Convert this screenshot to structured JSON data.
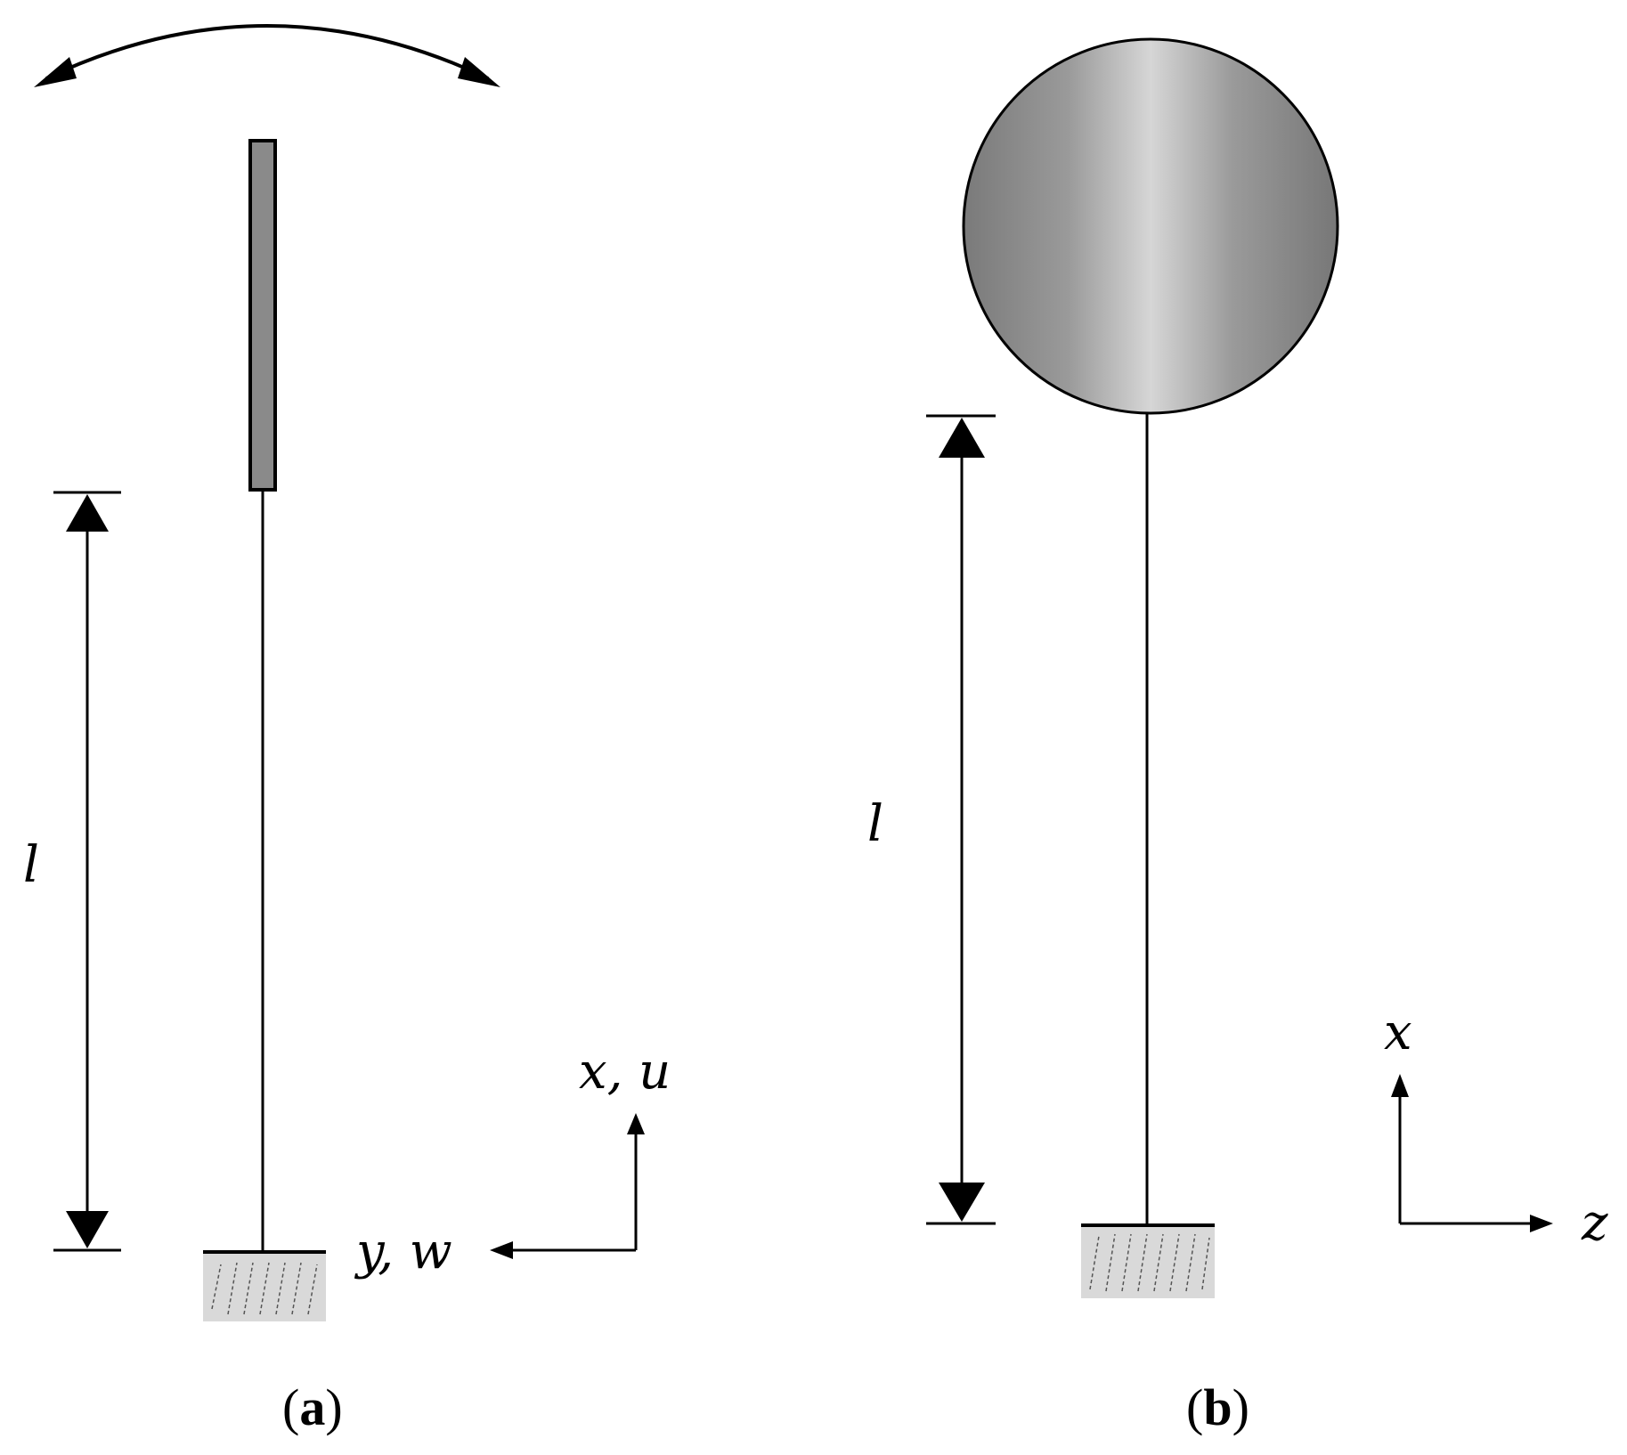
{
  "panel_a": {
    "length_label": "l",
    "axis_vertical_label": "x, u",
    "axis_horizontal_label": "y, w",
    "caption_open": "(",
    "caption_letter": "a",
    "caption_close": ")"
  },
  "panel_b": {
    "length_label": "l",
    "axis_vertical_label": "x",
    "axis_horizontal_label": "z",
    "caption_open": "(",
    "caption_letter": "b",
    "caption_close": ")"
  },
  "colors": {
    "stroke": "#000000",
    "plate_fill": "#8a8a8a",
    "ground_fill": "#d9d9d9",
    "sphere_dark": "#7a7a7a",
    "sphere_light": "#d6d6d6"
  }
}
